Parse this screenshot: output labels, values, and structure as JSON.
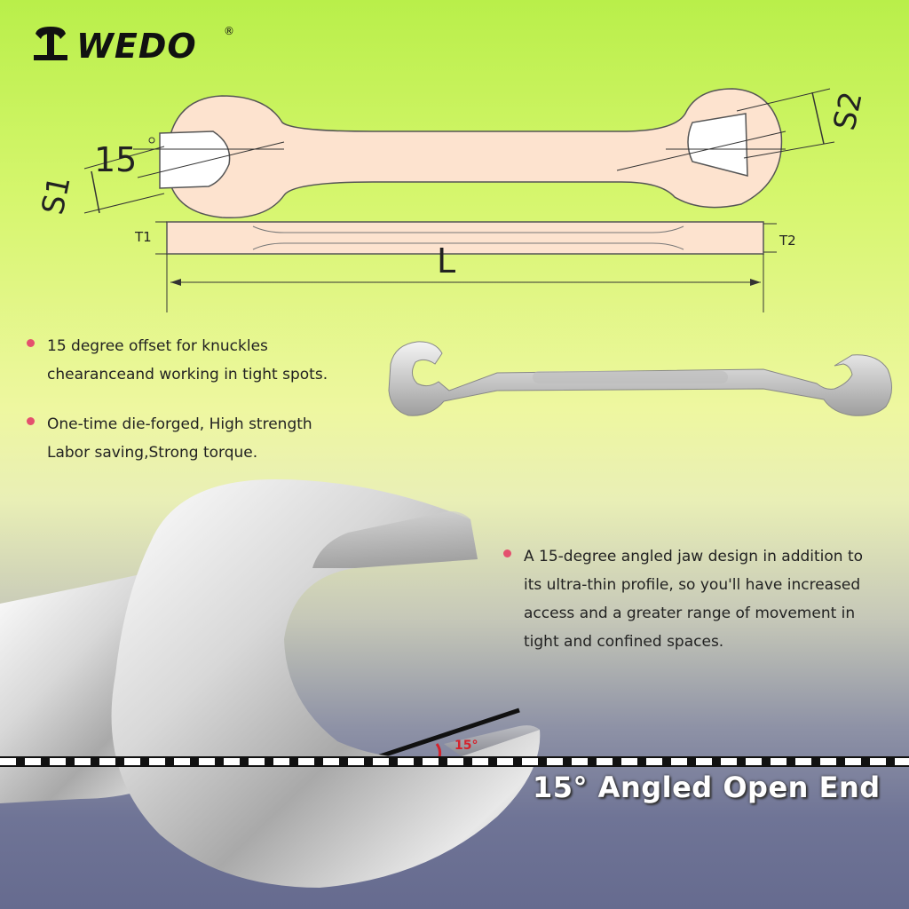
{
  "brand": {
    "name": "WEDO",
    "registered": "®"
  },
  "diagram": {
    "angle_label": "15",
    "s1": "S1",
    "s2": "S2",
    "t1": "T1",
    "t2": "T2",
    "length": "L"
  },
  "features": [
    {
      "lines": [
        "15 degree offset for knuckles",
        "chearanceand working in tight spots."
      ]
    },
    {
      "lines": [
        "One-time die-forged, High strength",
        "Labor saving,Strong torque."
      ]
    },
    {
      "lines": [
        "A 15-degree angled jaw design in addition to",
        "its ultra-thin profile, so you'll have increased",
        "access and a greater range of movement in",
        "tight and confined spaces."
      ]
    }
  ],
  "closeup": {
    "angle_label": "15°"
  },
  "headline": "15° Angled Open End",
  "colors": {
    "bullet": "#e4506e",
    "angle_mark": "#d4222c",
    "sketch_fill": "#fde3cf"
  }
}
